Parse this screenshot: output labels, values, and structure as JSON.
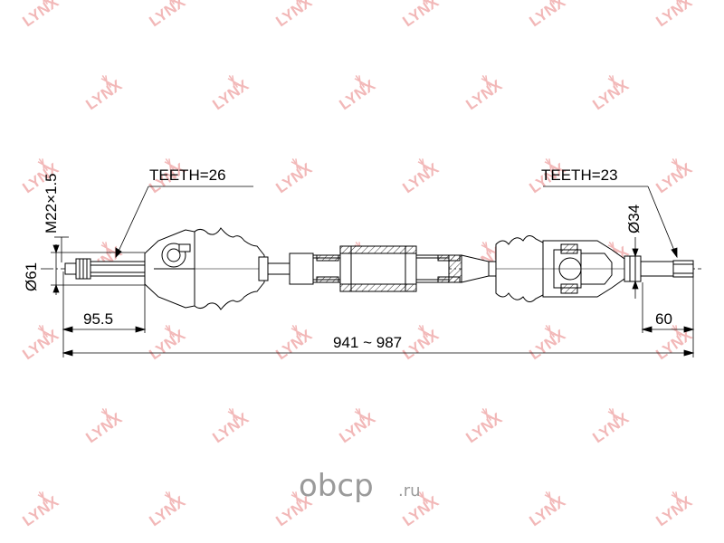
{
  "watermark": {
    "text": "LYNX",
    "color": "#f2b8b8"
  },
  "logo": {
    "text": "оbсp",
    "suffix": ".ru",
    "color": "#9a9a9a"
  },
  "dimensions": {
    "teeth_left": "TEETH=26",
    "teeth_right": "TEETH=23",
    "thread": "M22×1.5",
    "dia_left": "Ø61",
    "dia_right": "Ø34",
    "len_left": "95.5",
    "len_right": "60",
    "total_length": "941 ~ 987"
  }
}
